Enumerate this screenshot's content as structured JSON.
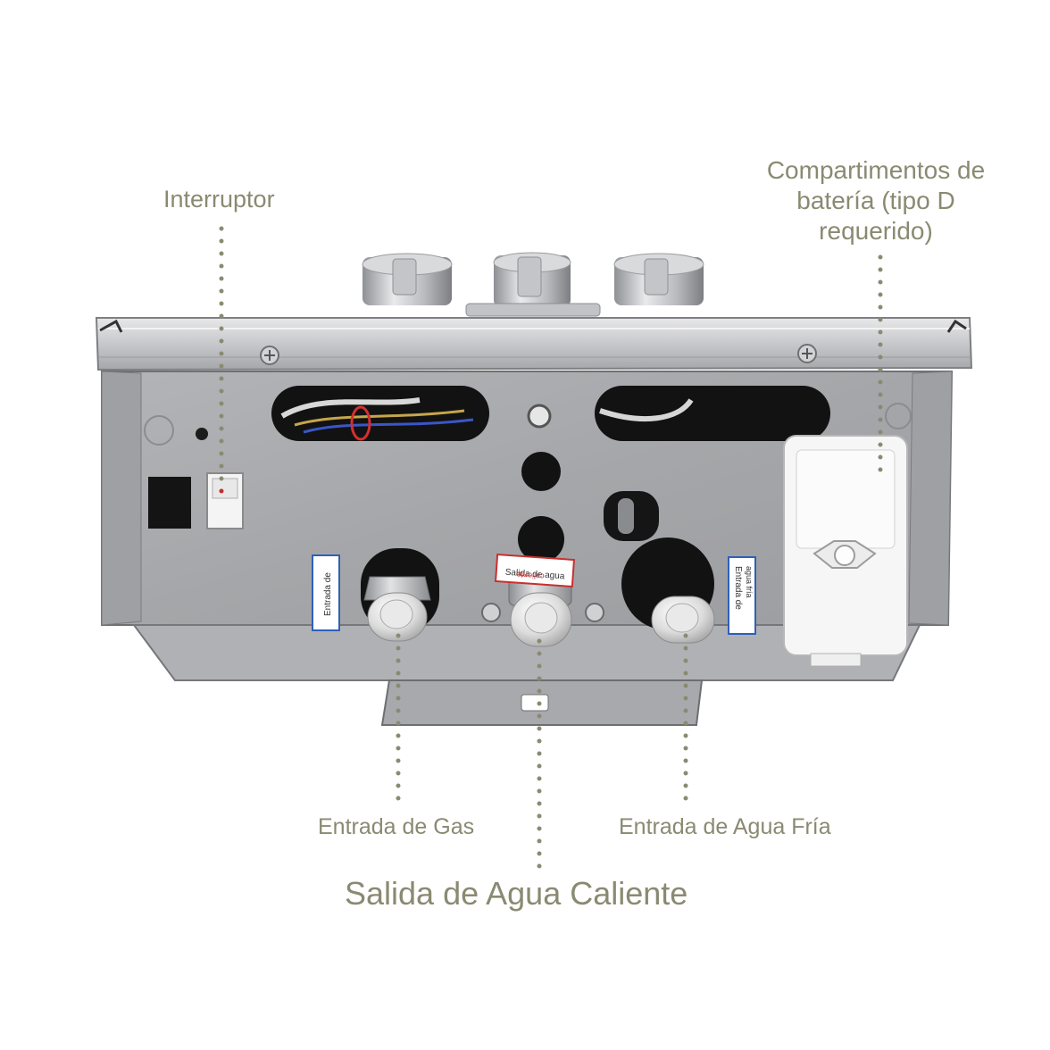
{
  "labels": {
    "interruptor": "Interruptor",
    "bateria": "Compartimentos de batería (tipo D requerido)",
    "gas": "Entrada de Gas",
    "agua_fria": "Entrada de Agua Fría",
    "agua_caliente": "Salida de Agua Caliente"
  },
  "stickers": {
    "gas": "Entrada de",
    "caliente_1": "Salida de agua",
    "caliente_2": "caliente",
    "fria_1": "Entrada de",
    "fria_2": "agua fría"
  },
  "colors": {
    "label_text": "#8a8a72",
    "leader_dots": "#8a8a72",
    "panel": "#a9aaad",
    "sticker_red": "#c8302f",
    "sticker_blue": "#2f5fb8"
  }
}
